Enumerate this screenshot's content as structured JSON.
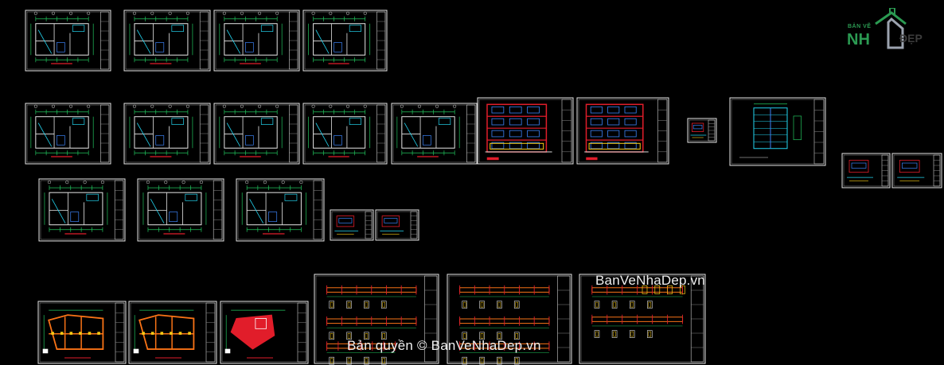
{
  "viewport": {
    "background": "#000000"
  },
  "logo": {
    "top_text": "BẢN VẼ",
    "main_text": "NH",
    "sub_text": "ĐẸP",
    "color": "#2b9a52"
  },
  "watermarks": {
    "site": "BanVeNhaDep.vn",
    "copyright": "Bản quyền © BanVeNhaDep.vn"
  },
  "drawing_sheets": [
    {
      "id": "floor-plan-1",
      "kind": "plan"
    },
    {
      "id": "floor-plan-2",
      "kind": "plan"
    },
    {
      "id": "floor-plan-3",
      "kind": "plan"
    },
    {
      "id": "floor-plan-4",
      "kind": "plan"
    },
    {
      "id": "electrical-plan-1",
      "kind": "plan"
    },
    {
      "id": "electrical-plan-2",
      "kind": "plan"
    },
    {
      "id": "electrical-plan-3",
      "kind": "plan"
    },
    {
      "id": "electrical-plan-4",
      "kind": "plan"
    },
    {
      "id": "roof-plan",
      "kind": "plan"
    },
    {
      "id": "section-1",
      "kind": "elevation"
    },
    {
      "id": "facade-elevation",
      "kind": "elevation"
    },
    {
      "id": "site-detail",
      "kind": "small"
    },
    {
      "id": "stair-detail",
      "kind": "detail"
    },
    {
      "id": "detail-small-1",
      "kind": "small"
    },
    {
      "id": "detail-small-2",
      "kind": "small"
    },
    {
      "id": "water-plan-1",
      "kind": "plan"
    },
    {
      "id": "water-plan-2",
      "kind": "plan"
    },
    {
      "id": "water-plan-3",
      "kind": "plan"
    },
    {
      "id": "mini-detail-1",
      "kind": "small"
    },
    {
      "id": "mini-detail-2",
      "kind": "small"
    },
    {
      "id": "foundation-plan",
      "kind": "structure"
    },
    {
      "id": "beam-plan-1",
      "kind": "structure"
    },
    {
      "id": "slab-plan",
      "kind": "structure"
    },
    {
      "id": "beam-detail-1",
      "kind": "beams"
    },
    {
      "id": "beam-detail-2",
      "kind": "beams"
    },
    {
      "id": "beam-detail-3",
      "kind": "beams"
    }
  ],
  "colors": {
    "sheet_border": "#e6e6e6",
    "dim": "#22c55e",
    "wall": "#e6e6e6",
    "cyan": "#22d3ee",
    "red": "#e11d2a",
    "yellow": "#facc15",
    "blue": "#3b82f6",
    "orange": "#f97316"
  }
}
